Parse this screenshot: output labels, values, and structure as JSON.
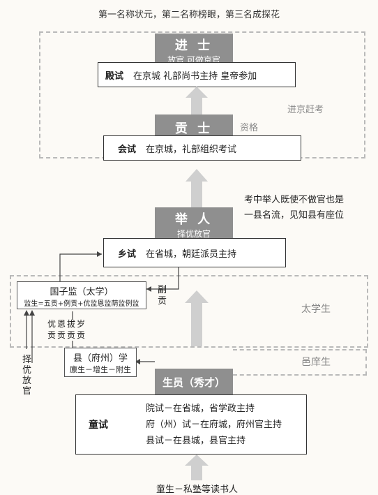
{
  "caption": "第一名称状元，第二名称榜眼，第三名成探花",
  "jinshi": {
    "title": "进 士",
    "sub": "放官 可做京官"
  },
  "dianshi": {
    "name": "殿试",
    "desc": "在京城 礼部尚书主持 皇帝参加"
  },
  "jinjing_label": "进京赶考",
  "gongshi": {
    "title": "贡 士",
    "side": "资格"
  },
  "huishi": {
    "name": "会试",
    "desc": "在京城，礼部组织考试"
  },
  "note": {
    "line1": "考中举人既使不做官也是",
    "line2": "一县名流，见知县有座位"
  },
  "juren": {
    "title": "举 人",
    "sub": "择优放官"
  },
  "xiangshi": {
    "name": "乡试",
    "desc": "在省城，朝廷派员主持"
  },
  "guozijian": {
    "title": "国子监（太学）",
    "sub": "监生=五贡+例贡+优监恩监荫监例监"
  },
  "fugong": "副贡",
  "taixue_label": "太学生",
  "gong_types": {
    "line1": "优恩拔岁",
    "line2": "贡贡贡贡"
  },
  "zeyou": "择优放官",
  "xianxue": {
    "title": "县（府州）学",
    "sub": "廪生－增生－附生"
  },
  "yixiang_label": "邑庠生",
  "shengyuan": "生员（秀才）",
  "tongshi": {
    "name": "童试",
    "lines": [
      "院试－在省城，省学政主持",
      "府（州）试－在府城，府州官主持",
      "县试－在县城，县官主持"
    ]
  },
  "tongsheng": "童生－私塾等读书人"
}
